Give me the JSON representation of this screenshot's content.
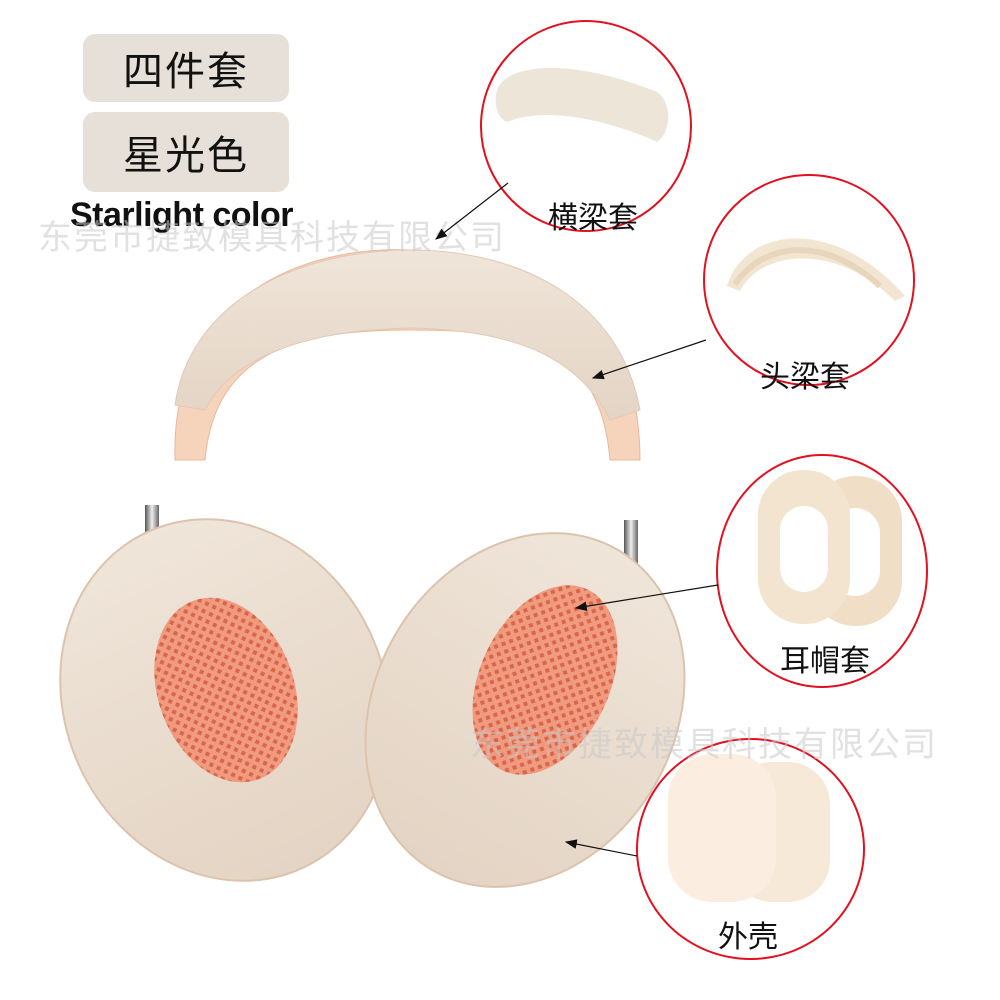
{
  "badges": {
    "set_type": "四件套",
    "color_name_cn": "星光色"
  },
  "color_name_en": "Starlight color",
  "watermark": "东莞市捷致模具科技有限公司",
  "callouts": [
    {
      "id": "crossbeam-cover",
      "label": "横梁套"
    },
    {
      "id": "headband-cover",
      "label": "头梁套"
    },
    {
      "id": "earcup-cushion-cover",
      "label": "耳帽套"
    },
    {
      "id": "outer-shell-cover",
      "label": "外壳"
    }
  ],
  "colors": {
    "badge_bg": "#e6e0d8",
    "callout_ring": "#e3101f",
    "product_cream": "#ece0d2",
    "mesh_coral": "#ee8a6e",
    "slider_peach": "#f6d3bb"
  }
}
